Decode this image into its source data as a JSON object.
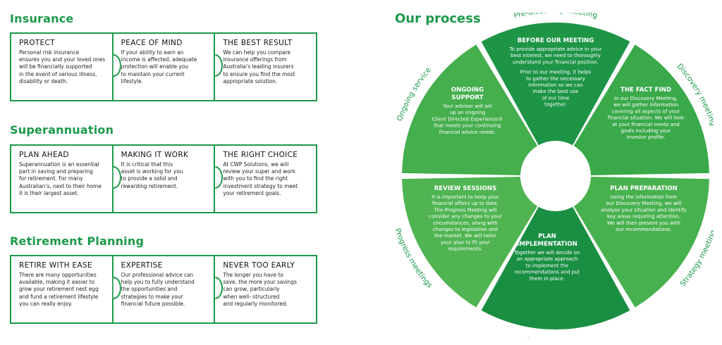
{
  "sections": [
    {
      "title": "Insurance",
      "cards": [
        {
          "heading": "PROTECT",
          "lines": [
            "Personal risk insurance",
            "ensures you and your loved ones",
            "will be financially supported",
            "in the event of serious illness,",
            "disability or death."
          ]
        },
        {
          "heading": "PEACE OF MIND",
          "lines": [
            "If your ability to earn an",
            "income is affected, adequate",
            "protection will enable you",
            "to maintain your current",
            "lifestyle."
          ]
        },
        {
          "heading": "THE BEST RESULT",
          "lines": [
            "We can help you compare",
            "insurance offerings from",
            "Australia’s leading insurers",
            "to ensure you find the most",
            "appropriate solution."
          ]
        }
      ]
    },
    {
      "title": "Superannuation",
      "cards": [
        {
          "heading": "PLAN AHEAD",
          "lines": [
            "Superannuation is an essential",
            "part in saving and preparing",
            "for retirement. For many",
            "Australian’s, next to their home",
            "it is their largest asset."
          ]
        },
        {
          "heading": "MAKING IT WORK",
          "lines": [
            "It is critical that this",
            "asset is working for you",
            "to provide a solid and",
            "rewarding retirement."
          ]
        },
        {
          "heading": "THE RIGHT CHOICE",
          "lines": [
            "At CWP Solutions, we will",
            "review your super and work",
            "with you to find the right",
            "investment strategy to meet",
            "your retirement goals."
          ]
        }
      ]
    },
    {
      "title": "Retirement Planning",
      "cards": [
        {
          "heading": "RETIRE WITH EASE",
          "lines": [
            "There are many opportunities",
            "available, making it easier to",
            "grow your retirement nest egg",
            "and fund a retirement lifestyle",
            "you can really enjoy."
          ]
        },
        {
          "heading": "EXPERTISE",
          "lines": [
            "Our professional advice can",
            "help you to fully understand",
            "the opportunities and",
            "strategies to make your",
            "financial future possible."
          ]
        },
        {
          "heading": "NEVER TOO EARLY",
          "lines": [
            "The longer you have to",
            "save, the more your savings",
            "can grow, particularly",
            "when well- structured",
            "and regularly monitored."
          ]
        }
      ]
    }
  ],
  "process": {
    "title": "Our process",
    "segments": [
      {
        "heading": [
          "BEFORE OUR MEETING"
        ],
        "body": [
          "To provide appropriate advice in your",
          "best interest, we need to thoroughly",
          "understand your financial position.",
          "",
          "Prior to our meeting, it helps",
          "to gather the necessary",
          "information so we can",
          "make the best use",
          "of our time",
          "together."
        ],
        "color": "#1e9447"
      },
      {
        "heading": [
          "THE FACT FIND"
        ],
        "body": [
          "In our Discovery Meeting,",
          "we will gather information",
          "covering all aspects of your",
          "financial situation. We will look",
          "at your financial needs and",
          "goals including your",
          "investor profile."
        ],
        "color": "#3aa94a"
      },
      {
        "heading": [
          "PLAN PREPARATION"
        ],
        "body": [
          "Using the information from",
          "our Discovery Meeting, we will",
          "analyse your situation and identify",
          "key areas requiring attention.",
          "We will then present you with",
          "our recommendations."
        ],
        "color": "#48b14f"
      },
      {
        "heading": [
          "PLAN",
          "IMPLEMENTATION"
        ],
        "body": [
          "Together we will decide on",
          "an appropriate approach",
          "to implement the",
          "recommendations and put",
          "them in place."
        ],
        "color": "#1a8f43"
      },
      {
        "heading": [
          "REVIEW SESSIONS"
        ],
        "body": [
          "It is important to keep your",
          "financial affairs up to date.",
          "The Progress Meeting will",
          "consider any changes to your",
          "circumstances, along with",
          "changes to legislation and",
          "the market. We will tailor",
          "your plan to fit your",
          "requirements."
        ],
        "color": "#4fb451"
      },
      {
        "heading": [
          "ONGOING",
          "SUPPORT"
        ],
        "body": [
          "Your adviser will set",
          "up an ongoing",
          "Client Directed Experience®",
          "that meets your continuing",
          "financial advice needs."
        ],
        "color": "#45ae4d"
      }
    ],
    "ring_labels": [
      "Pre-discovery meeting",
      "Discovery meeting",
      "Strategy meeting",
      "Implementation",
      "Progress meetings",
      "Ongoing service"
    ]
  }
}
